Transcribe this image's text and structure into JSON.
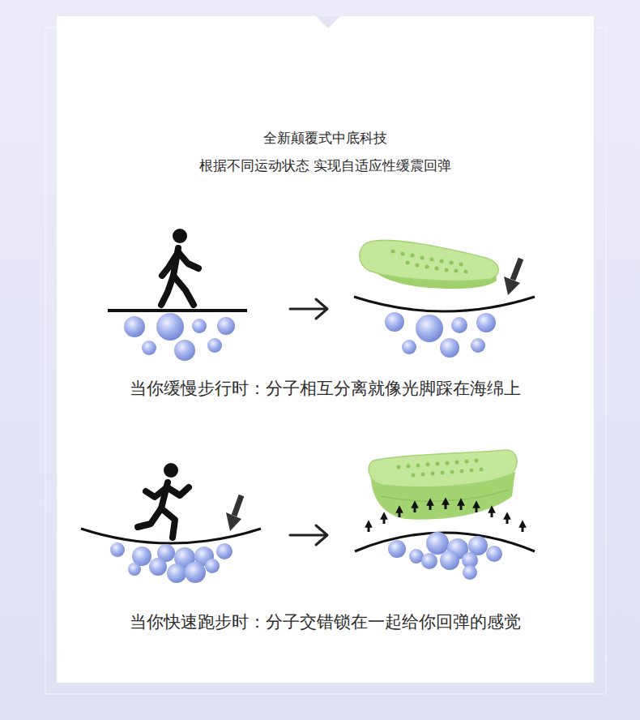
{
  "diagram": {
    "title": "全新颠覆式中底科技",
    "labels": [
      "根据不同运动状态 实现自适应性缓震回弹",
      "当你缓慢步行时：分子相互分离就像光脚踩在海绵上",
      "当你快速跑步时：分子交错锁在一起给你回弹的感觉"
    ]
  }
}
